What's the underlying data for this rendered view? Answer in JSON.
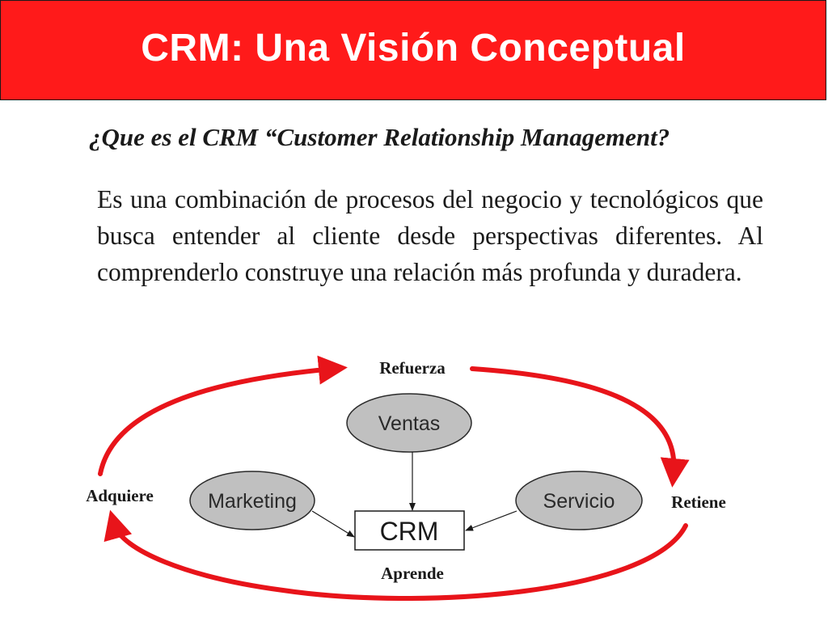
{
  "title": "CRM: Una Visión Conceptual",
  "question": "¿Que es el CRM “Customer Relationship Management?",
  "definition": "Es una combinación de procesos del negocio y tecnológicos que busca entender al cliente desde perspectivas diferentes. Al comprenderlo construye una relación más profunda y duradera.",
  "diagram": {
    "cycle_labels": {
      "top": "Refuerza",
      "right": "Retiene",
      "bottom": "Aprende",
      "left": "Adquiere"
    },
    "nodes": {
      "ventas": "Ventas",
      "marketing": "Marketing",
      "servicio": "Servicio",
      "center": "CRM"
    },
    "colors": {
      "cycle_arrow": "#e8141a",
      "node_fill": "#c0c0c0",
      "title_bar": "#ff1a1a"
    }
  }
}
